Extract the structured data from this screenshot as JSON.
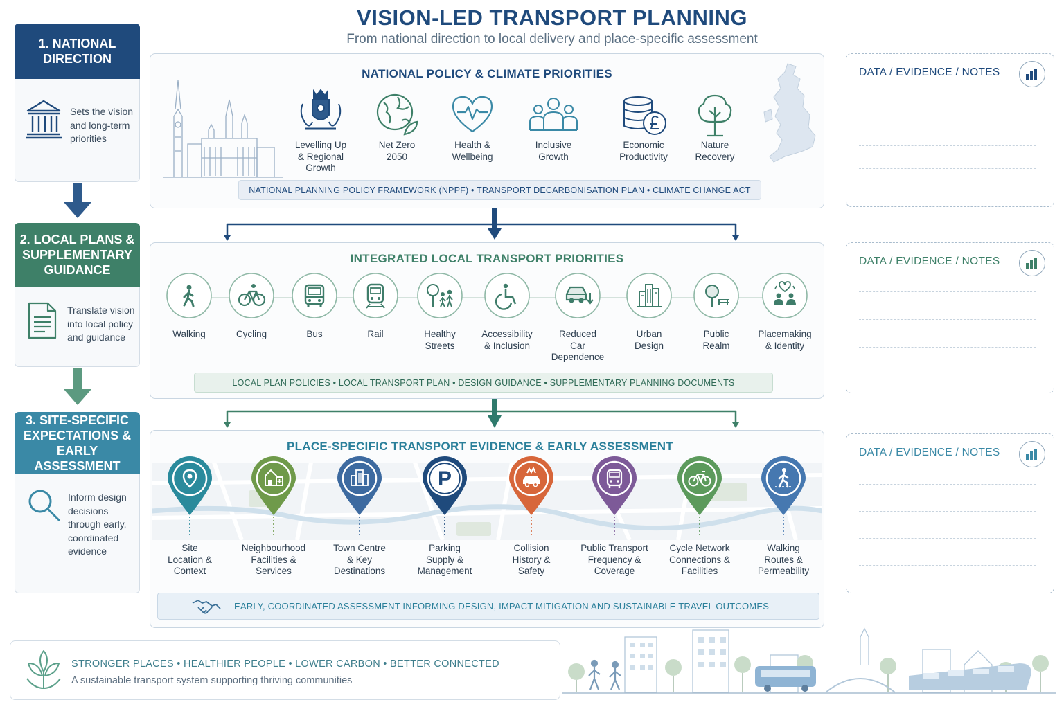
{
  "header": {
    "title": "VISION-LED TRANSPORT PLANNING",
    "subtitle": "From national direction to local delivery and place-specific assessment"
  },
  "stages": [
    {
      "heading": "1. NATIONAL DIRECTION",
      "heading_lines": [
        "1. NATIONAL",
        "DIRECTION"
      ],
      "description_lines": [
        "Sets the vision",
        "and long-term",
        "priorities"
      ],
      "icon": "government-building-icon",
      "color": "#1f4a7c"
    },
    {
      "heading": "2. LOCAL PLANS & SUPPLEMENTARY GUIDANCE",
      "heading_lines": [
        "2. LOCAL PLANS &",
        "SUPPLEMENTARY",
        "GUIDANCE"
      ],
      "description_lines": [
        "Translate vision",
        "into local policy",
        "and guidance"
      ],
      "icon": "document-icon",
      "color": "#3e8068"
    },
    {
      "heading": "3. SITE-SPECIFIC EXPECTATIONS & EARLY ASSESSMENT",
      "heading_lines": [
        "3. SITE-SPECIFIC",
        "EXPECTATIONS &",
        "EARLY ASSESSMENT"
      ],
      "description_lines": [
        "Inform design",
        "decisions",
        "through early,",
        "coordinated",
        "evidence"
      ],
      "icon": "magnifier-icon",
      "color": "#3a89a6"
    }
  ],
  "national": {
    "title": "NATIONAL POLICY & CLIMATE PRIORITIES",
    "items": [
      {
        "label_lines": [
          "Levelling Up",
          "& Regional",
          "Growth"
        ],
        "icon": "royal-crest-icon"
      },
      {
        "label_lines": [
          "Net Zero",
          "2050"
        ],
        "icon": "globe-leaf-icon"
      },
      {
        "label_lines": [
          "Health &",
          "Wellbeing"
        ],
        "icon": "heart-pulse-icon"
      },
      {
        "label_lines": [
          "Inclusive",
          "Growth"
        ],
        "icon": "people-group-icon"
      },
      {
        "label_lines": [
          "Economic",
          "Productivity"
        ],
        "icon": "coins-pound-icon"
      },
      {
        "label_lines": [
          "Nature",
          "Recovery"
        ],
        "icon": "tree-icon"
      }
    ],
    "strip": "NATIONAL PLANNING POLICY FRAMEWORK (NPPF)  •  TRANSPORT DECARBONISATION PLAN  •  CLIMATE CHANGE ACT"
  },
  "local": {
    "title": "INTEGRATED LOCAL TRANSPORT PRIORITIES",
    "items": [
      {
        "label_lines": [
          "Walking"
        ],
        "icon": "walking-icon"
      },
      {
        "label_lines": [
          "Cycling"
        ],
        "icon": "cycling-icon"
      },
      {
        "label_lines": [
          "Bus"
        ],
        "icon": "bus-icon"
      },
      {
        "label_lines": [
          "Rail"
        ],
        "icon": "train-icon"
      },
      {
        "label_lines": [
          "Healthy",
          "Streets"
        ],
        "icon": "family-tree-icon"
      },
      {
        "label_lines": [
          "Accessibility",
          "& Inclusion"
        ],
        "icon": "wheelchair-icon"
      },
      {
        "label_lines": [
          "Reduced",
          "Car",
          "Dependence"
        ],
        "icon": "car-down-icon"
      },
      {
        "label_lines": [
          "Urban",
          "Design"
        ],
        "icon": "buildings-icon"
      },
      {
        "label_lines": [
          "Public",
          "Realm"
        ],
        "icon": "tree-bench-icon"
      },
      {
        "label_lines": [
          "Placemaking",
          "& Identity"
        ],
        "icon": "community-heart-icon"
      }
    ],
    "strip": "LOCAL PLAN POLICIES  •  LOCAL TRANSPORT PLAN  •  DESIGN GUIDANCE  •  SUPPLEMENTARY PLANNING DOCUMENTS"
  },
  "site": {
    "title": "PLACE-SPECIFIC TRANSPORT EVIDENCE & EARLY ASSESSMENT",
    "items": [
      {
        "label_lines": [
          "Site",
          "Location &",
          "Context"
        ],
        "icon": "location-pin-icon",
        "color": "#2a8a9c"
      },
      {
        "label_lines": [
          "Neighbourhood",
          "Facilities &",
          "Services"
        ],
        "icon": "facility-icon",
        "color": "#6f9a4a"
      },
      {
        "label_lines": [
          "Town Centre",
          "& Key",
          "Destinations"
        ],
        "icon": "town-centre-icon",
        "color": "#3d6aa0"
      },
      {
        "label_lines": [
          "Parking",
          "Supply &",
          "Management"
        ],
        "icon": "parking-icon",
        "color": "#1f4a7c"
      },
      {
        "label_lines": [
          "Collision",
          "History &",
          "Safety"
        ],
        "icon": "collision-icon",
        "color": "#d7663a"
      },
      {
        "label_lines": [
          "Public Transport",
          "Frequency &",
          "Coverage"
        ],
        "icon": "public-transport-icon",
        "color": "#7d5a98"
      },
      {
        "label_lines": [
          "Cycle Network",
          "Connections &",
          "Facilities"
        ],
        "icon": "bicycle-icon",
        "color": "#5c9a5c"
      },
      {
        "label_lines": [
          "Walking",
          "Routes &",
          "Permeability"
        ],
        "icon": "pedestrian-icon",
        "color": "#4678b0"
      }
    ],
    "strip": "EARLY, COORDINATED ASSESSMENT INFORMING DESIGN, IMPACT MITIGATION AND SUSTAINABLE TRAVEL OUTCOMES"
  },
  "notes": [
    {
      "title": "DATA / EVIDENCE / NOTES",
      "icon": "bar-chart-icon"
    },
    {
      "title": "DATA / EVIDENCE / NOTES",
      "icon": "bar-chart-icon"
    },
    {
      "title": "DATA / EVIDENCE / NOTES",
      "icon": "bar-chart-icon"
    }
  ],
  "footer": {
    "tags": "STRONGER PLACES  •  HEALTHIER PEOPLE  •  LOWER CARBON  •  BETTER CONNECTED",
    "subtitle": "A sustainable transport system supporting thriving communities",
    "icon": "leaf-sprout-icon"
  },
  "colors": {
    "navy": "#1f4a7c",
    "green": "#3e8068",
    "teal": "#3a89a6",
    "local_icon": "#3f7d6a"
  }
}
